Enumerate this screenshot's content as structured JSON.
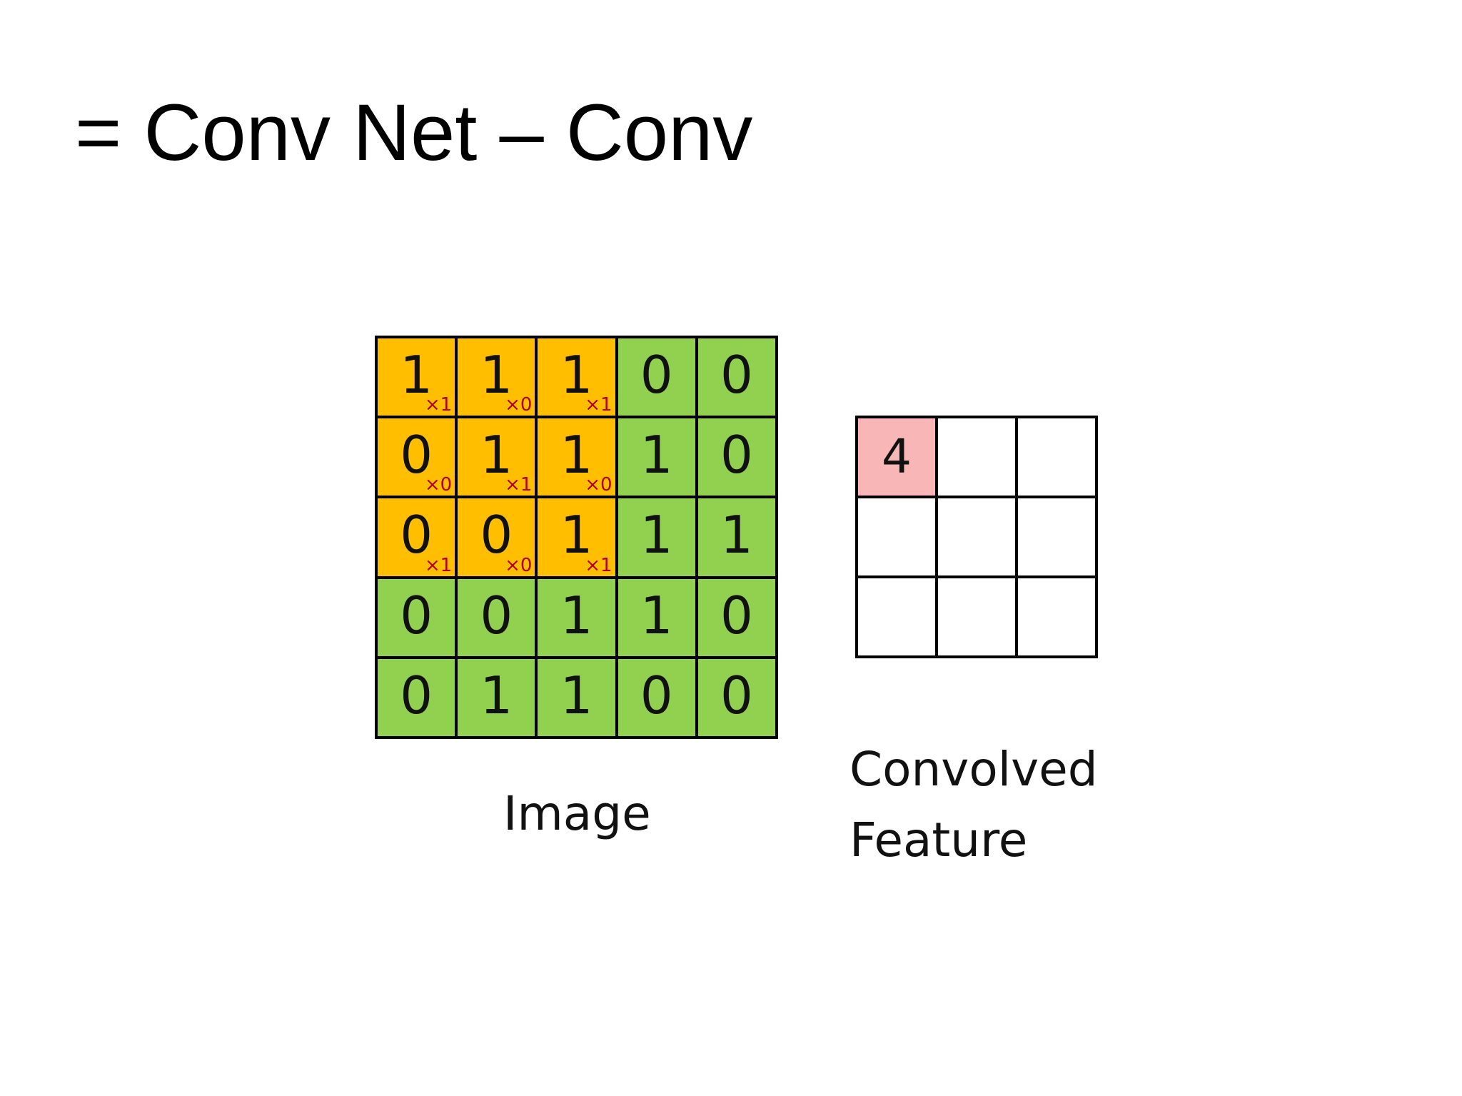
{
  "title": "= Conv Net – Conv",
  "colors": {
    "kernel_cell": "#ffbe00",
    "image_cell": "#92d050",
    "weight_text": "#b0001e",
    "active_output": "#f8b6b6"
  },
  "image": {
    "caption": "Image",
    "rows": [
      [
        "1",
        "1",
        "1",
        "0",
        "0"
      ],
      [
        "0",
        "1",
        "1",
        "1",
        "0"
      ],
      [
        "0",
        "0",
        "1",
        "1",
        "1"
      ],
      [
        "0",
        "0",
        "1",
        "1",
        "0"
      ],
      [
        "0",
        "1",
        "1",
        "0",
        "0"
      ]
    ],
    "kernel_weights": [
      [
        "×1",
        "×0",
        "×1"
      ],
      [
        "×0",
        "×1",
        "×0"
      ],
      [
        "×1",
        "×0",
        "×1"
      ]
    ]
  },
  "feature": {
    "caption_line1": "Convolved",
    "caption_line2": "Feature",
    "rows": [
      [
        "4",
        "",
        ""
      ],
      [
        "",
        "",
        ""
      ],
      [
        "",
        "",
        ""
      ]
    ]
  }
}
